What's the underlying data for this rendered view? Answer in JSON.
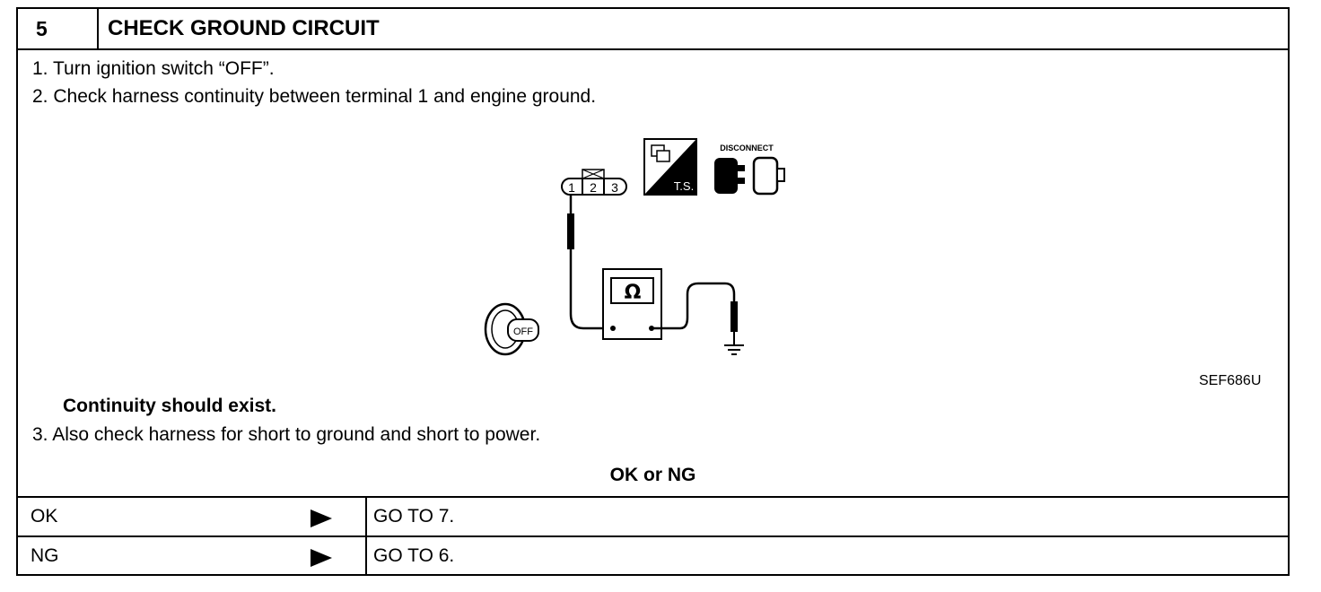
{
  "header": {
    "step": "5",
    "title": "CHECK GROUND CIRCUIT"
  },
  "steps": [
    "1.  Turn ignition switch “OFF”.",
    "2.  Check harness continuity between terminal 1 and engine ground."
  ],
  "diagram": {
    "connector_terminals": [
      "1",
      "2",
      "3"
    ],
    "ts_label": "T.S.",
    "disconnect_label": "DISCONNECT",
    "meter_symbol": "Ω",
    "key_label": "OFF",
    "figure_code": "SEF686U"
  },
  "note": "Continuity should exist.",
  "step3": "3.  Also check harness for short to ground and short to power.",
  "ok_or_ng": "OK or NG",
  "results": [
    {
      "label": "OK",
      "action": "GO TO 7."
    },
    {
      "label": "NG",
      "action": "GO TO 6."
    }
  ]
}
